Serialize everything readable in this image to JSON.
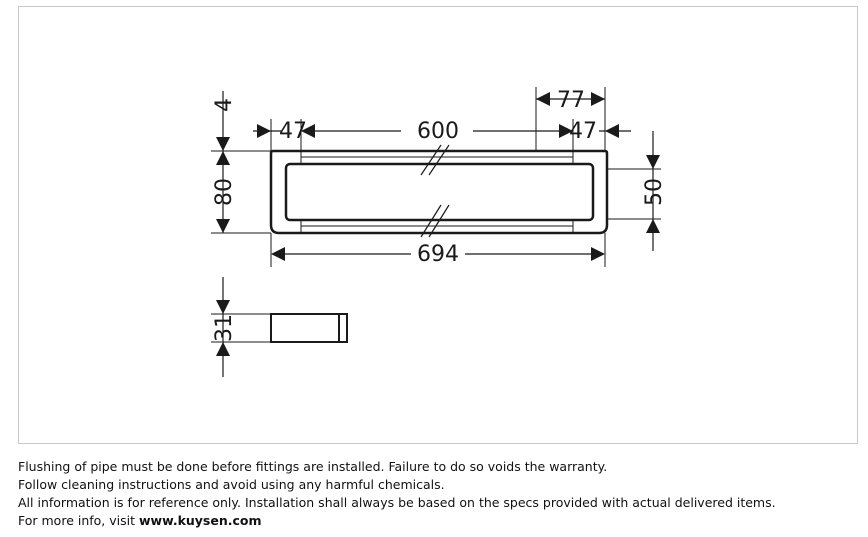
{
  "drawing": {
    "dims": {
      "top_gap": "4",
      "left_offset": "47",
      "center_span": "600",
      "right_offset": "47",
      "right_overhang": "77",
      "total_width": "694",
      "height": "80",
      "bracket_height": "50",
      "side_depth": "31"
    }
  },
  "notes": {
    "line1": "Flushing of pipe must be done before fittings are installed. Failure to do so voids the warranty.",
    "line2": "Follow cleaning instructions and avoid using any harmful chemicals.",
    "line3": "All information is for reference only. Installation shall always be based on the specs provided with actual delivered items.",
    "line4_prefix": "For more info, visit ",
    "line4_link": "www.kuysen.com"
  }
}
